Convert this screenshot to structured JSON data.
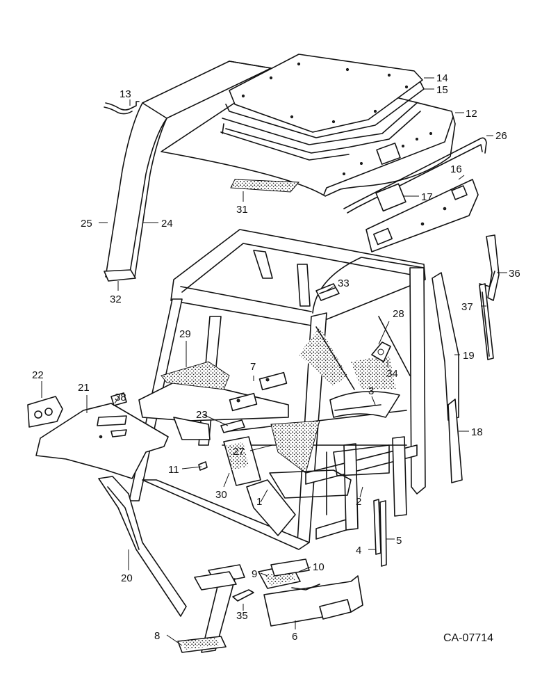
{
  "drawing_id": "CA-07714",
  "callouts": [
    "1",
    "2",
    "3",
    "4",
    "5",
    "6",
    "7",
    "8",
    "9",
    "10",
    "11",
    "12",
    "13",
    "14",
    "15",
    "16",
    "17",
    "18",
    "19",
    "20",
    "21",
    "22",
    "23",
    "24",
    "25",
    "26",
    "27",
    "28",
    "29",
    "30",
    "31",
    "32",
    "33",
    "34",
    "35",
    "36",
    "37",
    "38"
  ]
}
